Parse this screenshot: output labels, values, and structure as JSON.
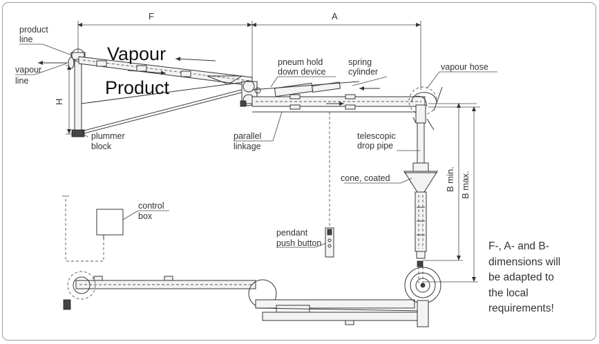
{
  "dimensions": {
    "f": "F",
    "a": "A",
    "h": "H",
    "b_min": "B min.",
    "b_max": "B max."
  },
  "flow": {
    "vapour": "Vapour",
    "product": "Product"
  },
  "labels": {
    "product_line": [
      "product",
      "line"
    ],
    "vapour_line": [
      "vapour",
      "line"
    ],
    "plummer_block": [
      "plummer",
      "block"
    ],
    "pneum_hold": [
      "pneum hold",
      "down device"
    ],
    "spring_cylinder": [
      "spring",
      "cylinder"
    ],
    "vapour_hose": "vapour hose",
    "parallel_linkage": [
      "parallel",
      "linkage"
    ],
    "telescopic": [
      "telescopic",
      "drop pipe"
    ],
    "cone": "cone, coated",
    "control_box": [
      "control",
      "box"
    ],
    "pendant": [
      "pendant",
      "push button"
    ]
  },
  "note": [
    "F-, A- and B-",
    "dimensions will",
    "be adapted to",
    "the local",
    "requirements!"
  ]
}
